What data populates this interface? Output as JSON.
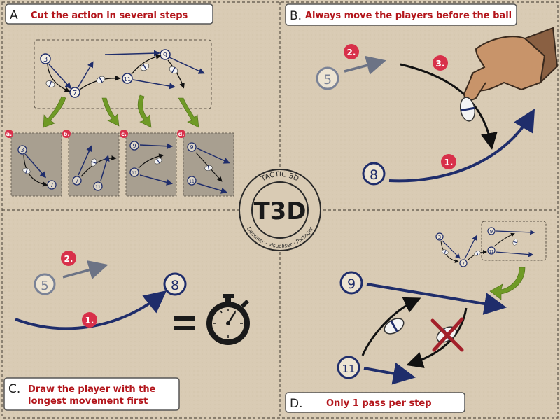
{
  "panels": {
    "a": {
      "letter": "A",
      "title": "Cut the action in several steps",
      "sub_labels": [
        "a.",
        "b.",
        "c.",
        "d."
      ]
    },
    "b": {
      "letter": "B.",
      "title": "Always move the players before the ball",
      "step_labels": [
        "2.",
        "3.",
        "1."
      ]
    },
    "c": {
      "letter": "C.",
      "title_line1": "Draw the player with the",
      "title_line2": "longest movement first",
      "step_labels": [
        "2.",
        "1."
      ]
    },
    "d": {
      "letter": "D.",
      "title": "Only 1 pass per step"
    }
  },
  "players": {
    "p3": "3",
    "p5": "5",
    "p7": "7",
    "p8": "8",
    "p9": "9",
    "p11": "11"
  },
  "logo": {
    "top_text": "TACTIC 3D",
    "mark": "T3D",
    "bottom_text": "Dessiner · Visualiser · Partager"
  },
  "colors": {
    "paper": "#d9cbb4",
    "navy": "#1f2d6b",
    "red": "#b3151b",
    "pink_badge": "#d8304a",
    "green_arrow": "#6f9a25",
    "faded_player": "#7a8296"
  }
}
